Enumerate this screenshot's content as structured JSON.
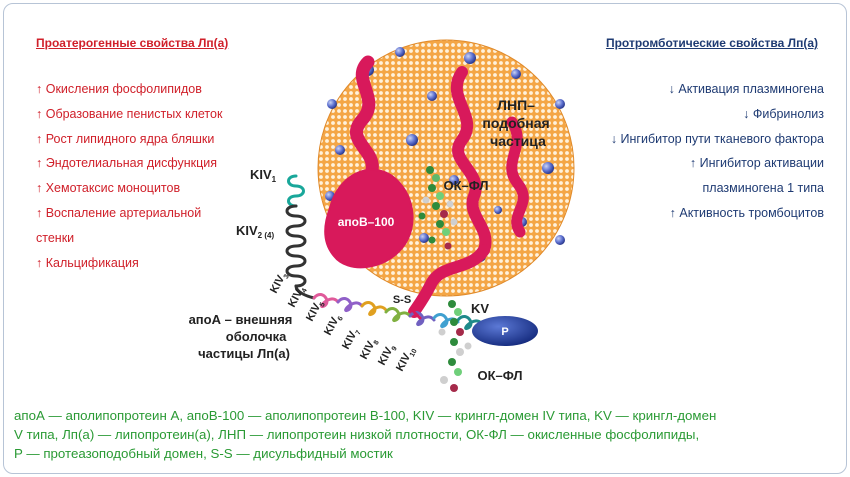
{
  "left_panel": {
    "heading": "Проатерогенные свойства Лп(а)",
    "items": [
      "↑ Окисления фосфолипидов",
      "↑ Образование пенистых клеток",
      "↑ Рост липидного ядра бляшки",
      "↑ Эндотелиальная дисфункция",
      "↑ Хемотаксис моноцитов",
      "↑ Воспаление артериальной",
      "стенки",
      "↑ Кальцификация"
    ]
  },
  "right_panel": {
    "heading": "Протромботические свойства Лп(а)",
    "items": [
      "↓ Активация плазминогена",
      "↓ Фибринолиз",
      "↓ Ингибитор пути тканевого фактора",
      "↑ Ингибитор активации",
      "плазминогена 1 типа",
      "↑ Активность тромбоцитов"
    ]
  },
  "diagram": {
    "ldl_label": [
      "ЛНП–",
      "подобная",
      "частица"
    ],
    "apob_label": "апоВ–100",
    "oxpl_top_label": "ОК–ФЛ",
    "oxpl_bottom_label": "ОК–ФЛ",
    "ss_label": "S-S",
    "kv_label": "KV",
    "p_label": "P",
    "kiv1": {
      "main": "KIV",
      "sub": "1"
    },
    "kiv2": {
      "main": "KIV",
      "sub": "2 (4)"
    },
    "kiv_series": [
      {
        "main": "KIV",
        "sub": "3"
      },
      {
        "main": "KIV",
        "sub": "4"
      },
      {
        "main": "KIV",
        "sub": "5"
      },
      {
        "main": "KIV",
        "sub": "6"
      },
      {
        "main": "KIV",
        "sub": "7"
      },
      {
        "main": "KIV",
        "sub": "8"
      },
      {
        "main": "KIV",
        "sub": "9"
      },
      {
        "main": "KIV",
        "sub": "10"
      }
    ],
    "apoa_label": [
      "апоА – внешняя",
      "оболочка",
      "частицы Лп(а)"
    ]
  },
  "legend": [
    "апоА — аполипопротеин А, апоВ-100 — аполипопротеин В-100, KIV — крингл-домен IV типа, KV — крингл-домен",
    "V типа, Лп(а) — липопротеин(а), ЛНП — липопротеин низкой плотности, ОК-ФЛ — окисленные фосфолипиды,",
    "P — протеазоподобный домен, S-S — дисульфидный мостик"
  ],
  "colors": {
    "pro_atherogenic": "#d0202a",
    "prothrombotic": "#1f3b73",
    "legend": "#2a9a34",
    "particle": "#f2a444",
    "apob": "#d8195b",
    "protease": "#1e3a9a"
  }
}
